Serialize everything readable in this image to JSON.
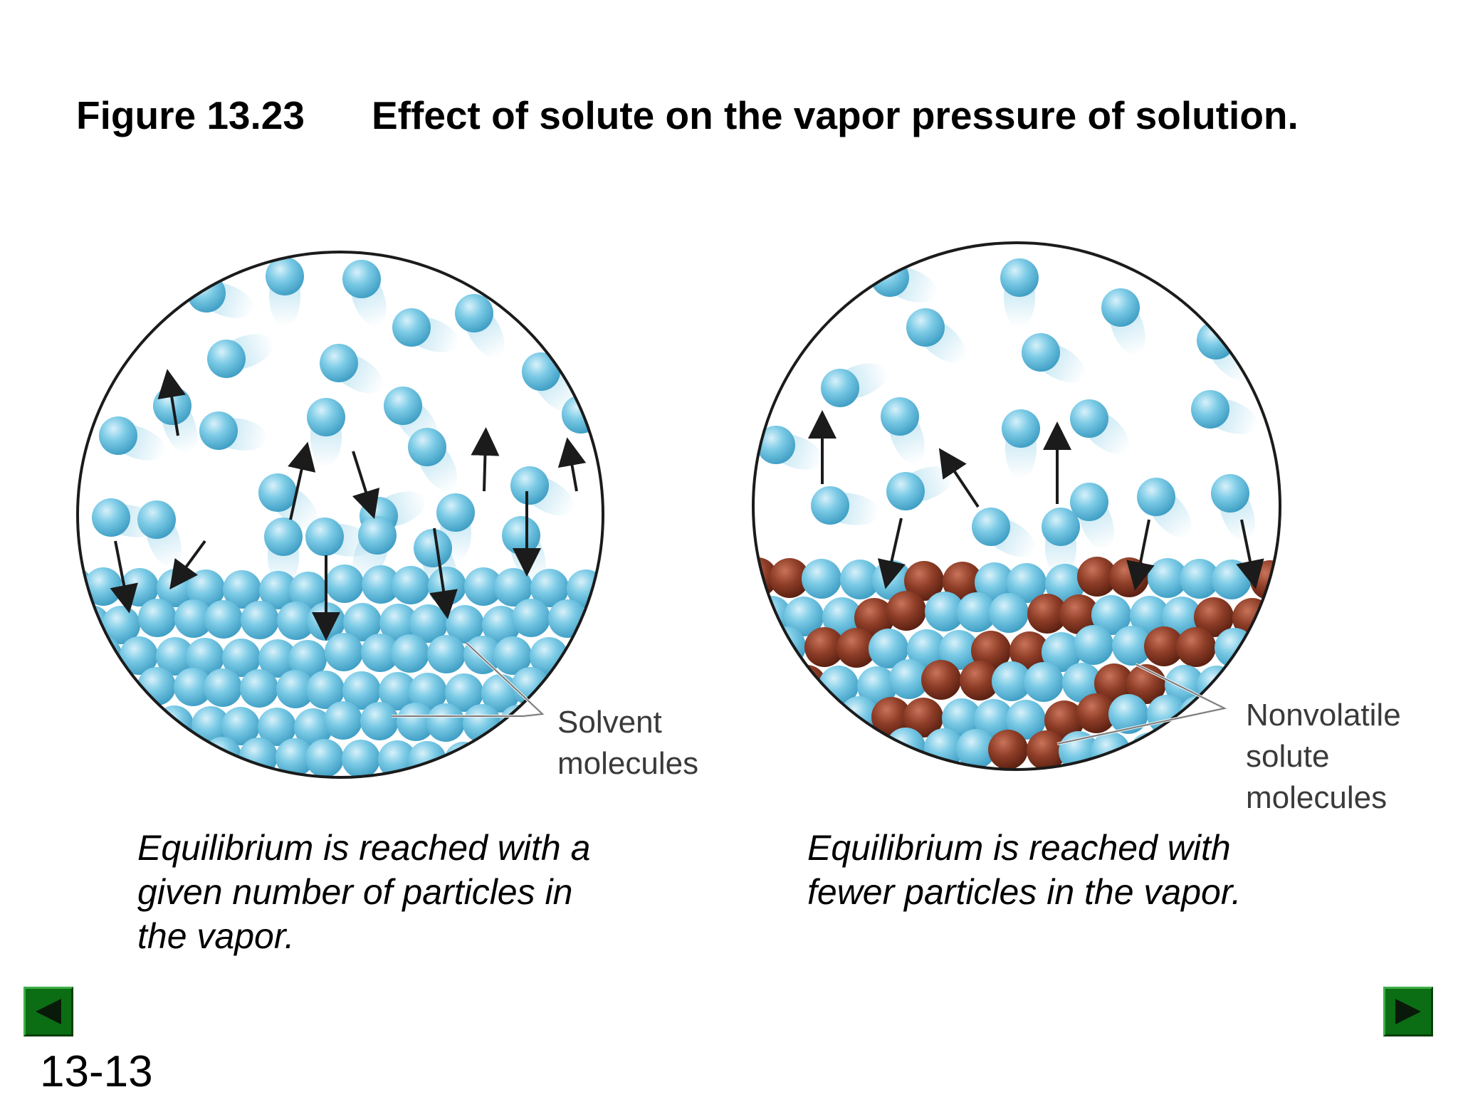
{
  "figure": {
    "number": "Figure 13.23",
    "title": "Effect of solute on the vapor pressure of solution."
  },
  "left_panel": {
    "label_lines": [
      "Solvent",
      "molecules"
    ],
    "caption_lines": [
      "Equilibrium is reached with a",
      "given number of particles in",
      "the vapor."
    ]
  },
  "right_panel": {
    "label_lines": [
      "Nonvolatile",
      "solute",
      "molecules"
    ],
    "caption_lines": [
      "Equilibrium is reached with",
      "fewer particles in the vapor."
    ]
  },
  "colors": {
    "solvent": "#6cc3e0",
    "solute": "#8a3a26",
    "nav": "#0b6e14"
  },
  "navigation": {
    "prev_icon": "triangle-left-icon",
    "next_icon": "triangle-right-icon"
  },
  "slide_number": "13-13"
}
